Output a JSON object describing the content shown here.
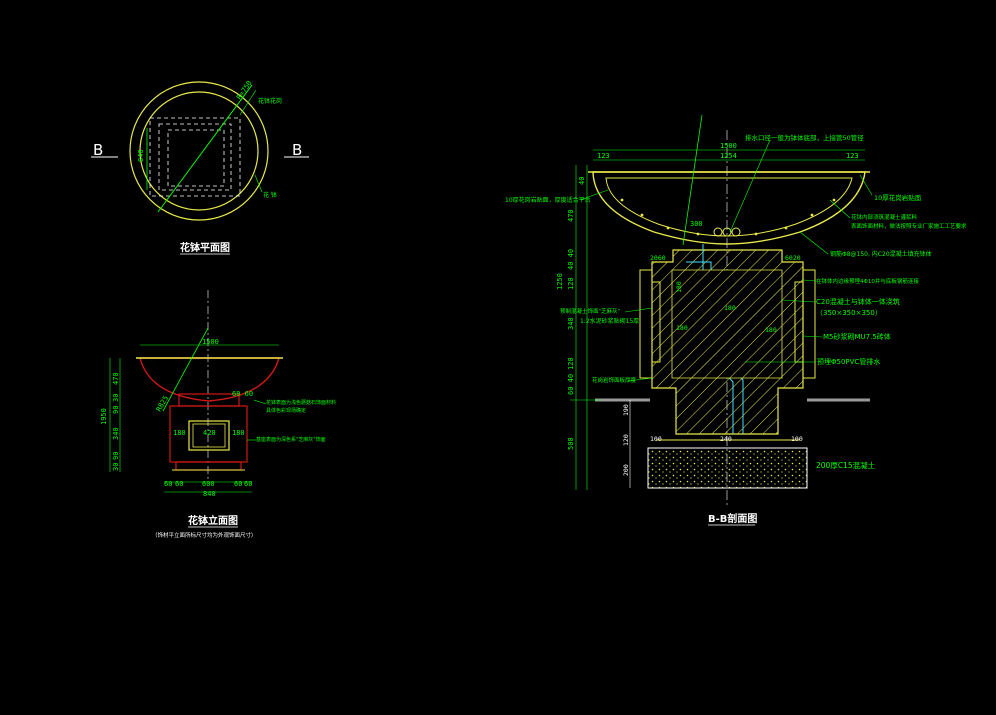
{
  "colors": {
    "background": "#000000",
    "yellow": "#e8e84a",
    "green": "#00ff00",
    "white": "#ffffff",
    "red": "#d01818",
    "grey": "#9a9a9a",
    "cyan": "#40e0ff"
  },
  "plan_view": {
    "title": "花钵平面图",
    "section_mark_left": "B",
    "section_mark_right": "B",
    "radius_label": "R=750",
    "dim_840": "840",
    "note_top": "花钵花岗",
    "note_bottom": "花 钵"
  },
  "elevation_view": {
    "title": "花钵立面图",
    "subtitle": "（饰材平立面所标尺寸均为外观饰面尺寸）",
    "dim_top": "1500",
    "radius": "R825",
    "dim_60_60": "60 60",
    "dim_180_l": "180",
    "dim_420": "420",
    "dim_180_r": "180",
    "bottom_dims": [
      "60",
      "60",
      "600",
      "60",
      "60"
    ],
    "bottom_total": "840",
    "left_total": "1950",
    "left_dims": [
      "470",
      "30",
      "90",
      "340",
      "90",
      "30"
    ],
    "note1": "花钵表面为浅色蘑菇石饰面材料",
    "note1b": "具体色彩现场确定",
    "note2": "基座表面为深色系\"芝麻灰\"饰面"
  },
  "section_view": {
    "title": "B-B剖面图",
    "dim_1500": "1500",
    "dim_1254": "1254",
    "dim_123_l": "123",
    "dim_123_r": "123",
    "dim_300": "300",
    "dim_2060_l": "2060",
    "dim_6020_r": "6020",
    "dim_180_a": "180",
    "dim_180_b": "180",
    "dim_180_c": "180",
    "dim_180_d": "180",
    "dim_100_l": "100",
    "dim_240": "240",
    "dim_100_r": "100",
    "left_dims": [
      "40",
      "470",
      "1250",
      "40 40",
      "120",
      "340",
      "120",
      "60 40",
      "500"
    ],
    "center_dims": [
      "190",
      "120",
      "200"
    ],
    "note_top": "排水口径一般为钵体底部，上接管50管径",
    "note_10_left": "10厚花岗岩贴面，厚度适合平台",
    "note_10_right": "10厚花岗岩贴面",
    "note_r1": "花钵内部浇筑混凝土灌浆料",
    "note_r2": "表面饰面材料，做法按照专业厂家施工工艺要求",
    "note_r3": "钢筋Φ8@150, 内C20混凝土填充钵体",
    "note_r4": "在钵体内边缘预埋4Φ10并与底板钢筋连接",
    "note_c20a": "C20混凝土与钵体一体浇筑",
    "note_c20b": "（350×350×350）",
    "note_m5": "M5砂浆砌MU7.5砖体",
    "note_pvc": "预埋Φ50PVC管排水",
    "note_left1": "预制混凝土饰面\"芝麻灰\"",
    "note_left2": "1:2水泥砂浆贴砌15厚",
    "note_left3": "花岗岩饰面板厚度",
    "note_base": "200厚C15混凝土",
    "note_base_dims": "200"
  }
}
